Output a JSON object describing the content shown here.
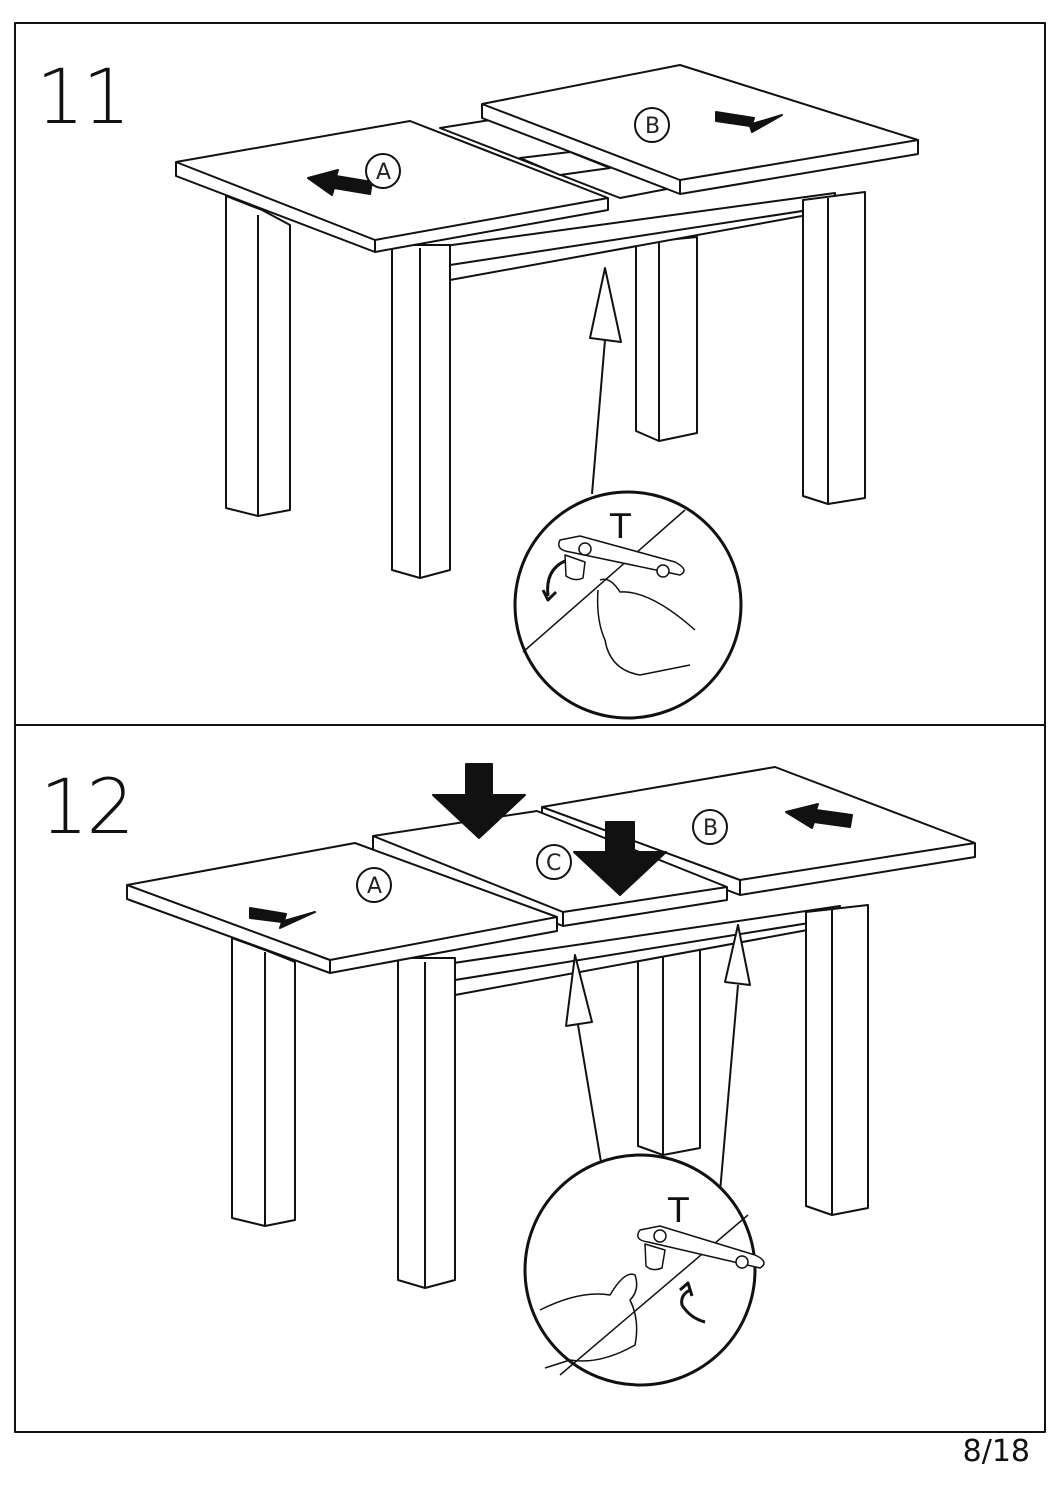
{
  "steps": [
    {
      "number": "11",
      "parts": {
        "a": "A",
        "b": "B"
      },
      "detail_label": "T"
    },
    {
      "number": "12",
      "parts": {
        "a": "A",
        "b": "B",
        "c": "C"
      },
      "detail_label": "T"
    }
  ],
  "page_number": "8/18"
}
